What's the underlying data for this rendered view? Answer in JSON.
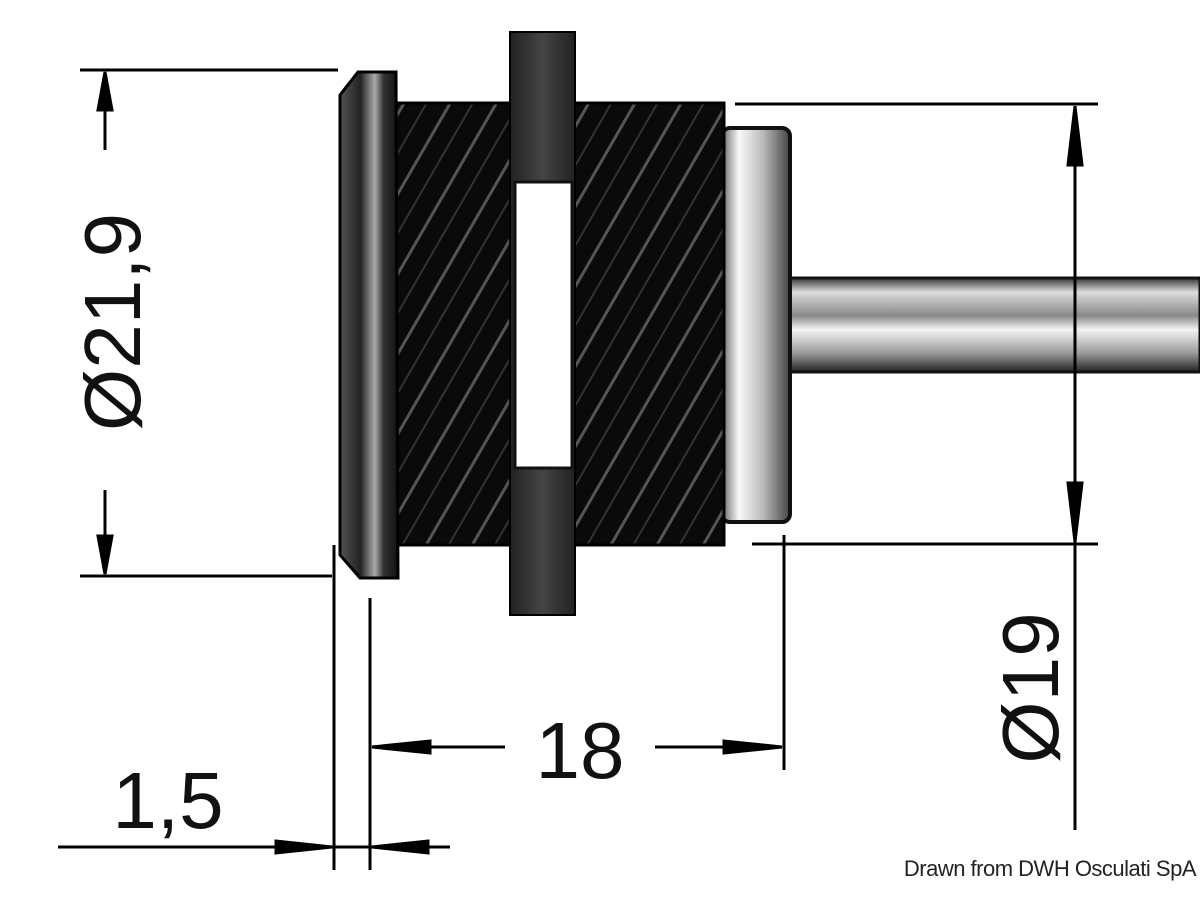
{
  "drawing": {
    "dimensions": {
      "outer_diameter": "Ø21,9",
      "thread_diameter": "Ø19",
      "body_length": "18",
      "flange_thickness": "1,5"
    },
    "credit": "Drawn from DWH Osculati SpA"
  }
}
